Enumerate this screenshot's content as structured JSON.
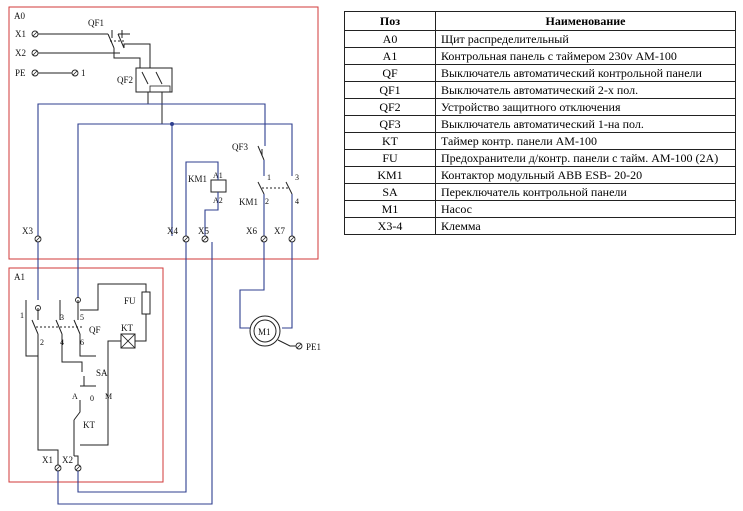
{
  "schematic": {
    "panel_a0": "A0",
    "panel_a1": "A1",
    "terminals_in": [
      "X1",
      "X2",
      "PE"
    ],
    "pe_number": "1",
    "qf1": "QF1",
    "qf2": "QF2",
    "qf3": "QF3",
    "km1": "KM1",
    "km1_coil_a1": "A1",
    "km1_coil_a2": "A2",
    "km1_contact": "KM1",
    "contact_nums": {
      "n1": "1",
      "n2": "2",
      "n3": "3",
      "n4": "4",
      "n5": "5",
      "n6": "6"
    },
    "x3": "X3",
    "x4": "X4",
    "x5": "X5",
    "x6": "X6",
    "x7": "X7",
    "m1": "M1",
    "pe1": "PE1",
    "fu": "FU",
    "kt": "KT",
    "qf": "QF",
    "sa": "SA",
    "sa_a": "A",
    "sa_0": "0",
    "sa_m": "M",
    "kt2": "KT",
    "bottom_x1": "X1",
    "bottom_x2": "X2"
  },
  "table": {
    "headers": [
      "Поз",
      "Наименование"
    ],
    "rows": [
      [
        "A0",
        "Щит распределительный"
      ],
      [
        "A1",
        "Контрольная  панель с таймером 230v АМ-100"
      ],
      [
        "QF",
        "Выключатель автоматический контрольной панели"
      ],
      [
        "QF1",
        "Выключатель автоматический 2-х пол."
      ],
      [
        "QF2",
        "Устройство защитного отключения"
      ],
      [
        "QF3",
        "Выключатель автоматический 1-на пол."
      ],
      [
        "KT",
        "Таймер контр. панели АМ-100"
      ],
      [
        "FU",
        "Предохранители д/контр. панели с тайм. АМ-100 (2А)"
      ],
      [
        "KM1",
        "Контактор модульный ABB ESB- 20-20"
      ],
      [
        "SA",
        "Переключатель контрольной панели"
      ],
      [
        "M1",
        "Насос"
      ],
      [
        "X3-4",
        "Клемма"
      ]
    ]
  }
}
